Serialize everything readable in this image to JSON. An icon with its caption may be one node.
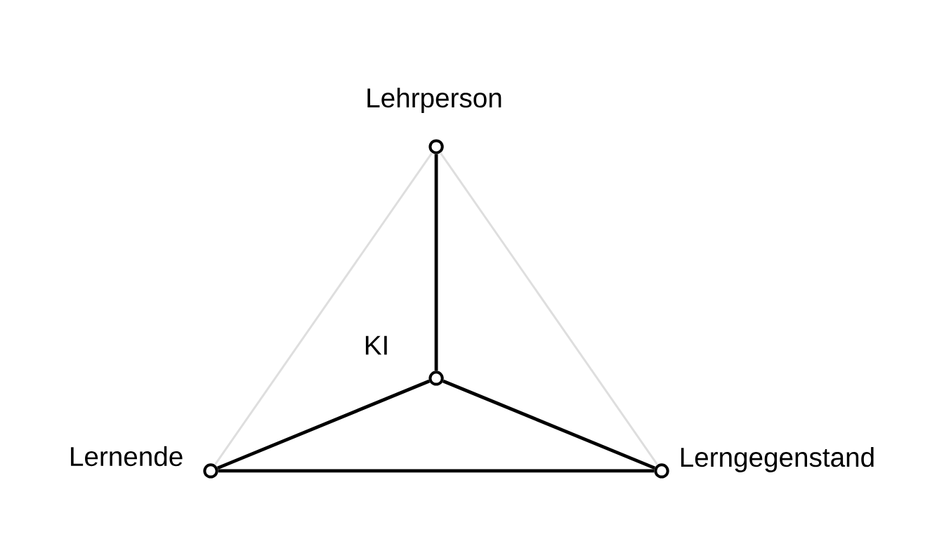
{
  "diagram": {
    "nodes": [
      {
        "text": [],
        "shape": "circle",
        "beside": [
          "Lehrperson"
        ]
      },
      {
        "text": [],
        "shape": "circle",
        "beside": [
          "KI"
        ]
      },
      {
        "text": [],
        "shape": "circle",
        "beside": [
          "Lernende"
        ]
      },
      {
        "text": [],
        "shape": "circle",
        "beside": [
          "Lerngegenstand"
        ]
      }
    ],
    "edges": [
      {
        "from": 0,
        "to": 2,
        "arrow": "none",
        "color": "#dedede"
      },
      {
        "from": 0,
        "to": 3,
        "arrow": "none",
        "color": "#dedede"
      },
      {
        "from": 0,
        "to": 1,
        "arrow": "none"
      },
      {
        "from": 1,
        "to": 2,
        "arrow": "none"
      },
      {
        "from": 1,
        "to": 3,
        "arrow": "none"
      },
      {
        "from": 2,
        "to": 3,
        "arrow": "none"
      }
    ]
  }
}
